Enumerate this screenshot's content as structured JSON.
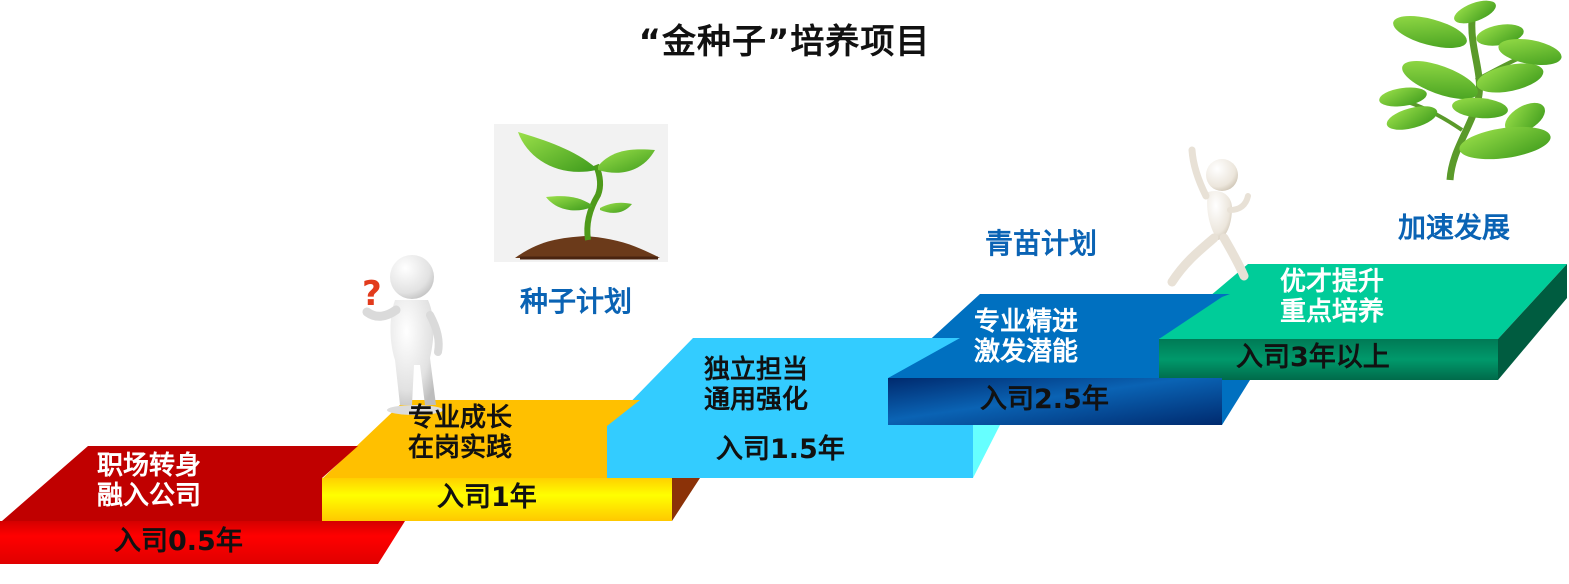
{
  "title": "“金种子”培养项目",
  "plans": [
    {
      "id": "seed",
      "label": "种子计划",
      "icon": "seedling-icon"
    },
    {
      "id": "sprout",
      "label": "青苗计划",
      "icon": "running-figure-icon"
    },
    {
      "id": "growth",
      "label": "加速发展",
      "icon": "growing-plant-icon"
    }
  ],
  "figures": {
    "thinking": "question-figure-icon",
    "running": "running-figure-icon"
  },
  "steps": [
    {
      "line1": "职场转身",
      "line2": "融入公司",
      "year": "入司0.5年",
      "top_color": "#c00000",
      "front_color": "#ff0000",
      "side_color": "#ffffff",
      "text_color": "#ffffff"
    },
    {
      "line1": "专业成长",
      "line2": "在岗实践",
      "year": "入司1年",
      "top_color": "#ffc000",
      "front_color": "#ffff00",
      "side_color": "#8b3208",
      "text_color": "#111111"
    },
    {
      "line1": "独立担当",
      "line2": "通用强化",
      "year": "入司1.5年",
      "top_color": "#33ccff",
      "front_color": "#33ccff",
      "side_color": "#66ffff",
      "text_color": "#111111"
    },
    {
      "line1": "专业精进",
      "line2": "激发潜能",
      "year": "入司2.5年",
      "top_color": "#0070c0",
      "front_color": "#0a4f9c",
      "side_color": "#0070c0",
      "text_color": "#ffffff"
    },
    {
      "line1": "优才提升",
      "line2": "重点培养",
      "year": "入司3年以上",
      "top_color": "#00cc99",
      "front_color": "#008060",
      "side_color": "#005c40",
      "text_color": "#ffffff"
    }
  ]
}
